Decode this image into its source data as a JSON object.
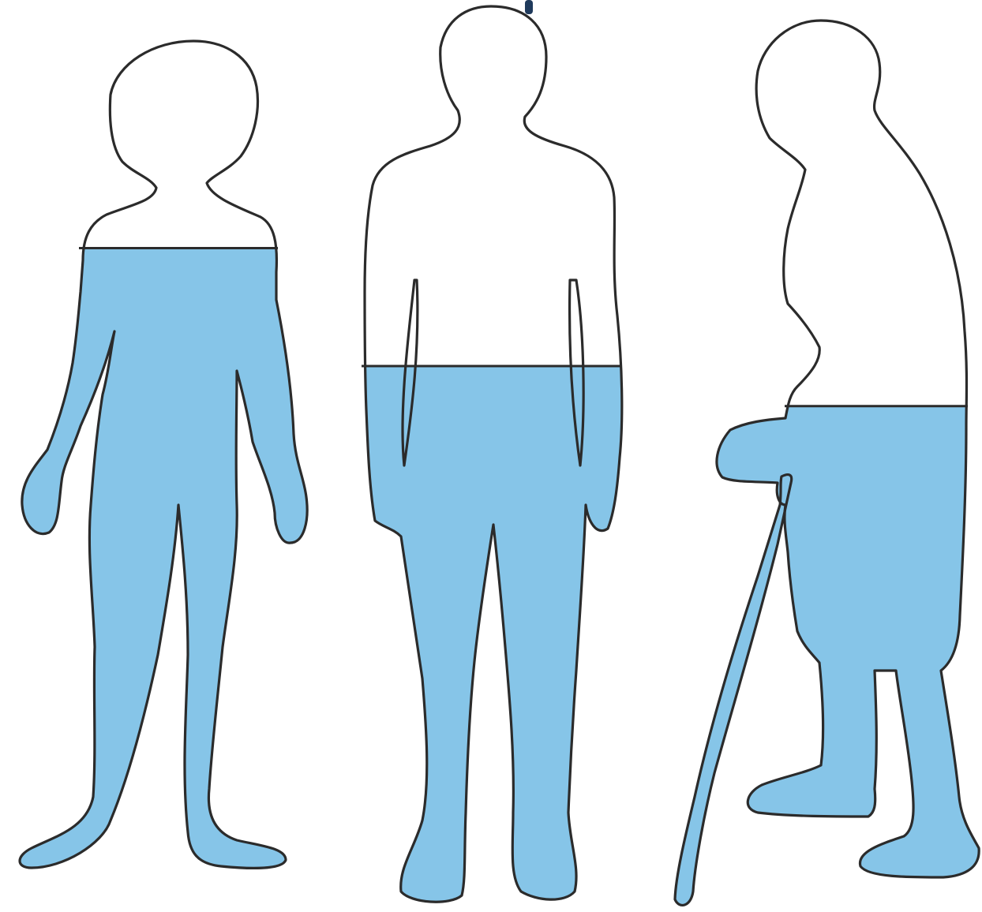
{
  "figures": [
    {
      "id": "child",
      "water_fraction": 0.75
    },
    {
      "id": "adult",
      "water_fraction": 0.6
    },
    {
      "id": "elderly",
      "water_fraction": 0.55
    }
  ],
  "colors": {
    "water": "#86c5e8",
    "outline": "#2b2b2b",
    "background": "#ffffff",
    "top-mark": "#1f3a5c"
  }
}
